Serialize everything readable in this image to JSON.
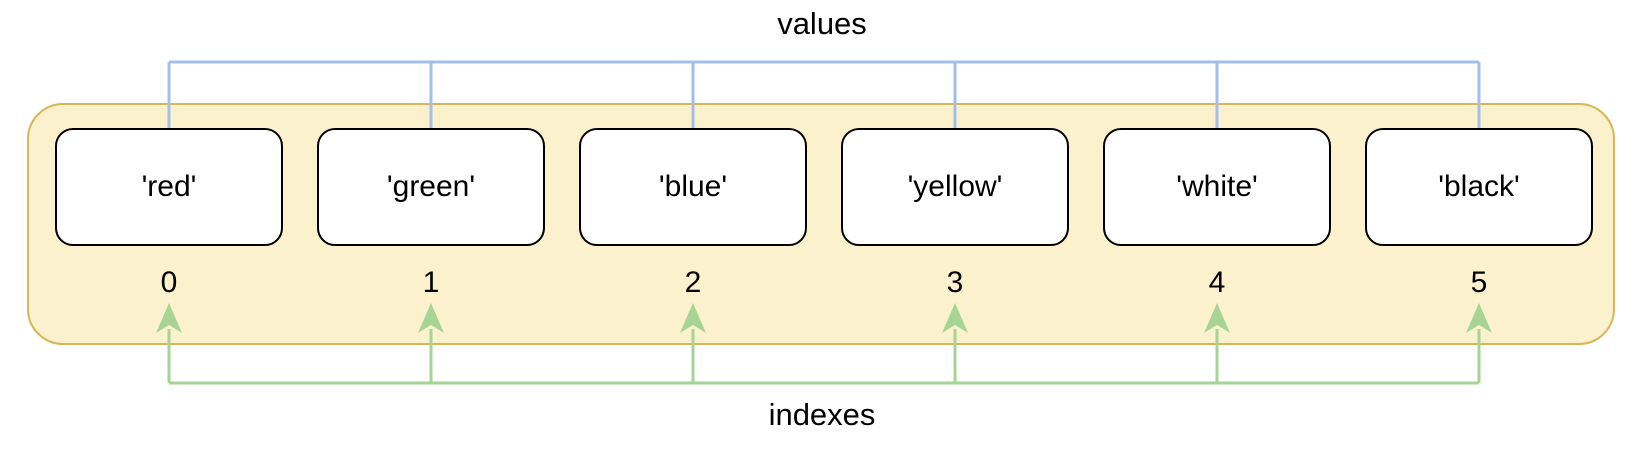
{
  "diagram": {
    "values_label": "values",
    "indexes_label": "indexes",
    "items": [
      {
        "value": "'red'",
        "index": "0"
      },
      {
        "value": "'green'",
        "index": "1"
      },
      {
        "value": "'blue'",
        "index": "2"
      },
      {
        "value": "'yellow'",
        "index": "3"
      },
      {
        "value": "'white'",
        "index": "4"
      },
      {
        "value": "'black'",
        "index": "5"
      }
    ],
    "colors": {
      "container_fill": "#FCF1CD",
      "container_border": "#D6B656",
      "cell_fill": "#FFFFFF",
      "cell_border": "#000000",
      "values_arrow": "#A3BEE8",
      "indexes_arrow": "#A6D494",
      "text": "#000000"
    }
  }
}
